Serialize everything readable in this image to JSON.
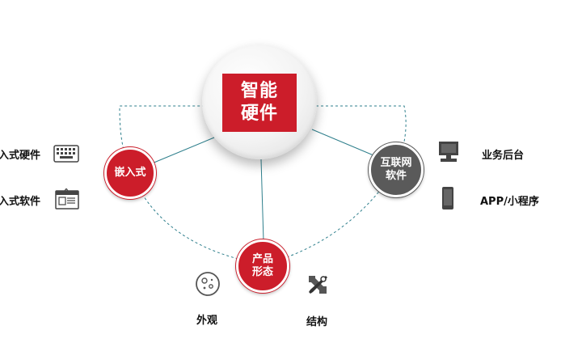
{
  "center": {
    "label": "智能\n硬件",
    "color": "#cc1d2a"
  },
  "nodes": {
    "embedded": {
      "label": "嵌入式",
      "color": "#cc1d2a"
    },
    "internet_software": {
      "label": "互联网\n软件",
      "color": "#5a5a5a"
    },
    "product_form": {
      "label": "产品\n形态",
      "color": "#cc1d2a"
    }
  },
  "items": {
    "embedded_hardware": {
      "label": "嵌入式硬件",
      "icon": "keyboard-icon"
    },
    "embedded_software": {
      "label": "嵌入式软件",
      "icon": "document-window-icon"
    },
    "business_backend": {
      "label": "业务后台",
      "icon": "desktop-computer-icon"
    },
    "app_miniprogram": {
      "label": "APP/小程序",
      "icon": "mobile-phone-icon"
    },
    "appearance": {
      "label": "外观",
      "icon": "cell-circle-icon"
    },
    "structure": {
      "label": "结构",
      "icon": "tools-icon"
    }
  },
  "colors": {
    "accent": "#cc1d2a",
    "dark": "#5a5a5a",
    "connector": "#2e7f8c"
  }
}
